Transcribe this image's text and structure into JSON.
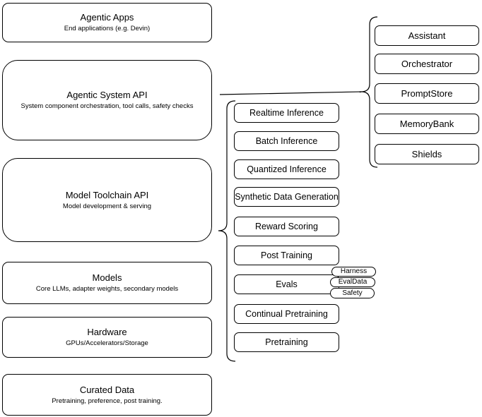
{
  "left_stack": [
    {
      "title": "Agentic Apps",
      "subtitle": "End applications (e.g. Devin)"
    },
    {
      "title": "Agentic System API",
      "subtitle": "System component orchestration, tool calls, safety checks"
    },
    {
      "title": "Model Toolchain API",
      "subtitle": "Model development & serving"
    },
    {
      "title": "Models",
      "subtitle": "Core LLMs, adapter weights, secondary models"
    },
    {
      "title": "Hardware",
      "subtitle": "GPUs/Accelerators/Storage"
    },
    {
      "title": "Curated Data",
      "subtitle": "Pretraining, preference, post training."
    }
  ],
  "toolchain_group": {
    "items": [
      "Realtime Inference",
      "Batch Inference",
      "Quantized Inference",
      "Synthetic Data Generation",
      "Reward Scoring",
      "Post Training",
      "Evals",
      "Continual Pretraining",
      "Pretraining"
    ],
    "evals_tags": [
      "Harness",
      "EvalData",
      "Safety"
    ]
  },
  "system_group": {
    "items": [
      "Assistant",
      "Orchestrator",
      "PromptStore",
      "MemoryBank",
      "Shields"
    ]
  },
  "colors": {
    "stroke": "#000000",
    "background": "#ffffff",
    "text": "#000000"
  }
}
